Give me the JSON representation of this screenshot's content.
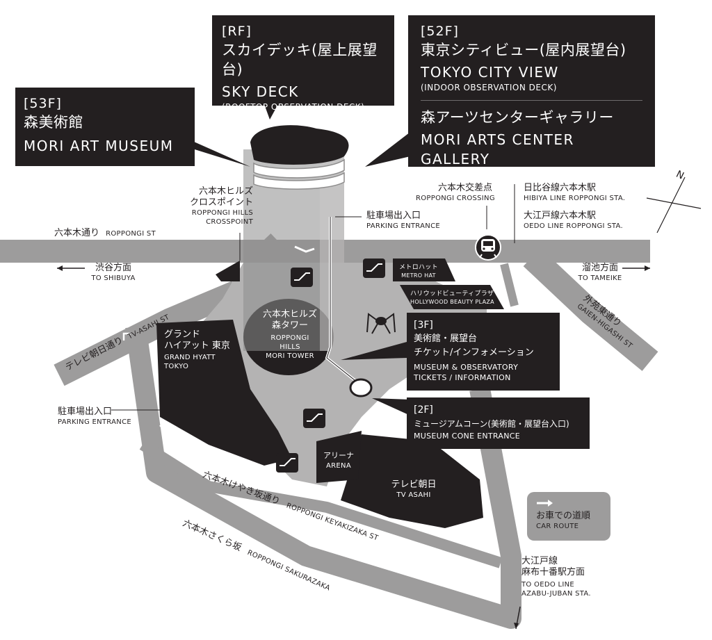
{
  "callouts": {
    "f53": {
      "floor": "[53F]",
      "ja": "森美術館",
      "en": "MORI ART MUSEUM"
    },
    "rf": {
      "floor": "[RF]",
      "ja": "スカイデッキ(屋上展望台)",
      "en": "SKY DECK",
      "en_sub": "(ROOFTOP OBSERVATION DECK)"
    },
    "f52": {
      "floor": "[52F]",
      "ja": "東京シティビュー(屋内展望台)",
      "en": "TOKYO CITY VIEW",
      "en_sub": "(INDOOR OBSERVATION DECK)",
      "ja2": "森アーツセンターギャラリー",
      "en2": "MORI ARTS CENTER GALLERY"
    },
    "f3": {
      "floor": "[3F]",
      "ja1": "美術館・展望台",
      "ja2": "チケット/インフォメーション",
      "en1": "MUSEUM & OBSERVATORY",
      "en2": "TICKETS / INFORMATION"
    },
    "f2": {
      "floor": "[2F]",
      "ja": "ミュージアムコーン(美術館・展望台入口)",
      "en": "MUSEUM CONE ENTRANCE"
    }
  },
  "labels": {
    "crosspoint": {
      "ja": "六本木ヒルズ",
      "ja2": "クロスポイント",
      "en1": "ROPPONGI HILLS",
      "en2": "CROSSPOINT"
    },
    "roppongi_st": {
      "ja": "六本木通り",
      "en": "ROPPONGI ST"
    },
    "shibuya": {
      "ja": "渋谷方面",
      "en": "TO SHIBUYA"
    },
    "tameike": {
      "ja": "溜池方面",
      "en": "TO TAMEIKE"
    },
    "parking_top": {
      "ja": "駐車場出入口",
      "en": "PARKING ENTRANCE"
    },
    "parking_left": {
      "ja": "駐車場出入口",
      "en": "PARKING ENTRANCE"
    },
    "crossing": {
      "ja": "六本木交差点",
      "en": "ROPPONGI CROSSING"
    },
    "hibiya": {
      "ja": "日比谷線六本木駅",
      "en": "HIBIYA LINE ROPPONGI STA."
    },
    "oedo": {
      "ja": "大江戸線六本木駅",
      "en": "OEDO LINE ROPPONGI STA."
    },
    "metro_hat": {
      "ja": "メトロハット",
      "en": "METRO HAT"
    },
    "hollywood": {
      "ja": "ハリウッドビューティプラザ",
      "en": "HOLLYWOOD BEAUTY PLAZA"
    },
    "mori_tower": {
      "ja1": "六本木ヒルズ",
      "ja2": "森タワー",
      "en1": "ROPPONGI",
      "en2": "HILLS",
      "en3": "MORI TOWER"
    },
    "grand_hyatt": {
      "ja1": "グランド",
      "ja2": "ハイアット 東京",
      "en1": "GRAND HYATT",
      "en2": "TOKYO"
    },
    "arena": {
      "ja": "アリーナ",
      "en": "ARENA"
    },
    "tv_asahi": {
      "ja": "テレビ朝日",
      "en": "TV ASAHI"
    },
    "tv_asahi_st": {
      "ja": "テレビ朝日通り",
      "en": "TV-ASAHI ST"
    },
    "gaien": {
      "ja": "外苑東通り",
      "en": "GAIEN-HIGASHI ST"
    },
    "keyakizaka": {
      "ja": "六本木けやき坂通り",
      "en": "ROPPONGI KEYAKIZAKA ST"
    },
    "sakurazaka": {
      "ja": "六本木さくら坂",
      "en": "ROPPONGI SAKURAZAKA"
    },
    "azabu": {
      "ja1": "大江戸線",
      "ja2": "麻布十番駅方面",
      "en1": "TO OEDO LINE",
      "en2": "AZABU-JUBAN STA."
    },
    "car_route": {
      "ja": "お車での道順",
      "en": "CAR ROUTE"
    },
    "compass": {
      "n": "N"
    }
  },
  "colors": {
    "dark": "#231f20",
    "road": "#9d9c9c",
    "plaza": "#b4b3b3",
    "white": "#ffffff"
  },
  "icons": [
    "train-station-icon",
    "escalator-icon",
    "spider-sculpture-icon",
    "arrow-left-icon",
    "arrow-right-icon",
    "arrow-down-icon",
    "compass-north-icon",
    "car-route-arrow-icon"
  ]
}
